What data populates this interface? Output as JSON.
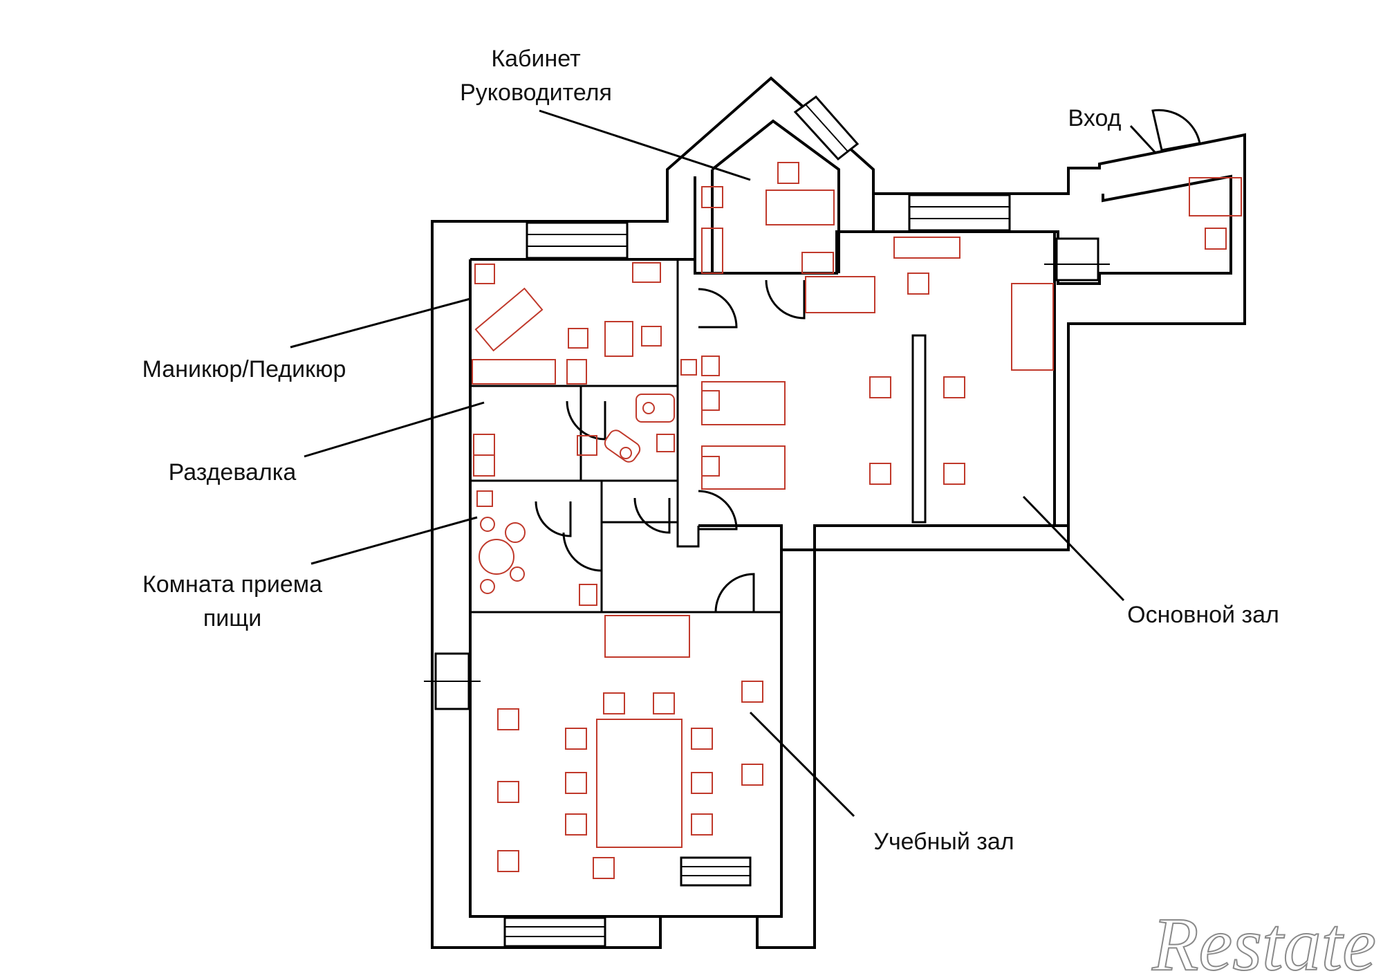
{
  "labels": {
    "director_line1": "Кабинет",
    "director_line2": "Руководителя",
    "entrance": "Вход",
    "manicure": "Маникюр/Педикюр",
    "locker": "Раздевалка",
    "dining_line1": "Комната приема",
    "dining_line2": "пищи",
    "main_hall": "Основной зал",
    "training_hall": "Учебный зал"
  },
  "watermark": "Restate",
  "colors": {
    "walls": "#000000",
    "furniture": "#c0392b",
    "text": "#111111"
  }
}
